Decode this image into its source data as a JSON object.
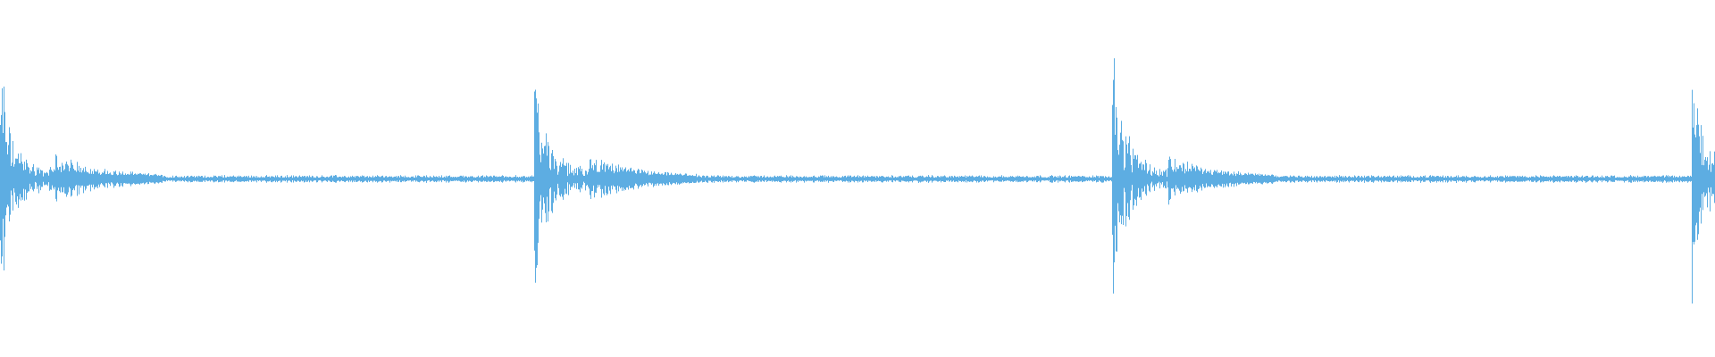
{
  "chart_data": {
    "type": "waveform",
    "title": "",
    "xlabel": "",
    "ylabel": "",
    "ylim": [
      -1,
      1
    ],
    "grid": false,
    "legend": "none",
    "color": "#5dade2",
    "background": "#ffffff",
    "transients": [
      {
        "time_fraction": 0.001,
        "peak_amplitude": 0.52
      },
      {
        "time_fraction": 0.312,
        "peak_amplitude": 0.62
      },
      {
        "time_fraction": 0.649,
        "peak_amplitude": 0.68
      },
      {
        "time_fraction": 0.987,
        "peak_amplitude": 0.6
      }
    ],
    "noise_floor_amplitude": 0.012,
    "decay_amplitude": 0.09
  }
}
